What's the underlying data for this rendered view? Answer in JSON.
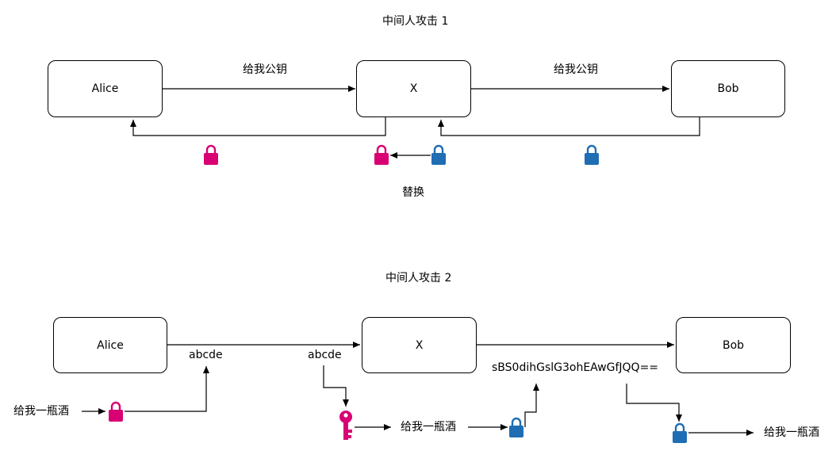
{
  "diagram1": {
    "title": "中间人攻击 1",
    "nodes": {
      "alice": "Alice",
      "x": "X",
      "bob": "Bob"
    },
    "edge_labels": {
      "alice_to_x": "给我公钥",
      "x_to_bob": "给我公钥",
      "replace": "替换"
    }
  },
  "diagram2": {
    "title": "中间人攻击 2",
    "nodes": {
      "alice": "Alice",
      "x": "X",
      "bob": "Bob"
    },
    "labels": {
      "plaintext_left": "给我一瓶酒",
      "ciphertext_a": "abcde",
      "ciphertext_b": "abcde",
      "plaintext_middle": "给我一瓶酒",
      "ciphertext_reencrypted": "sBS0dihGslG3ohEAwGfJQQ==",
      "plaintext_right": "给我一瓶酒"
    }
  },
  "colors": {
    "alice_key": "#d80073",
    "bob_key": "#1f6db3",
    "line": "#000000"
  }
}
